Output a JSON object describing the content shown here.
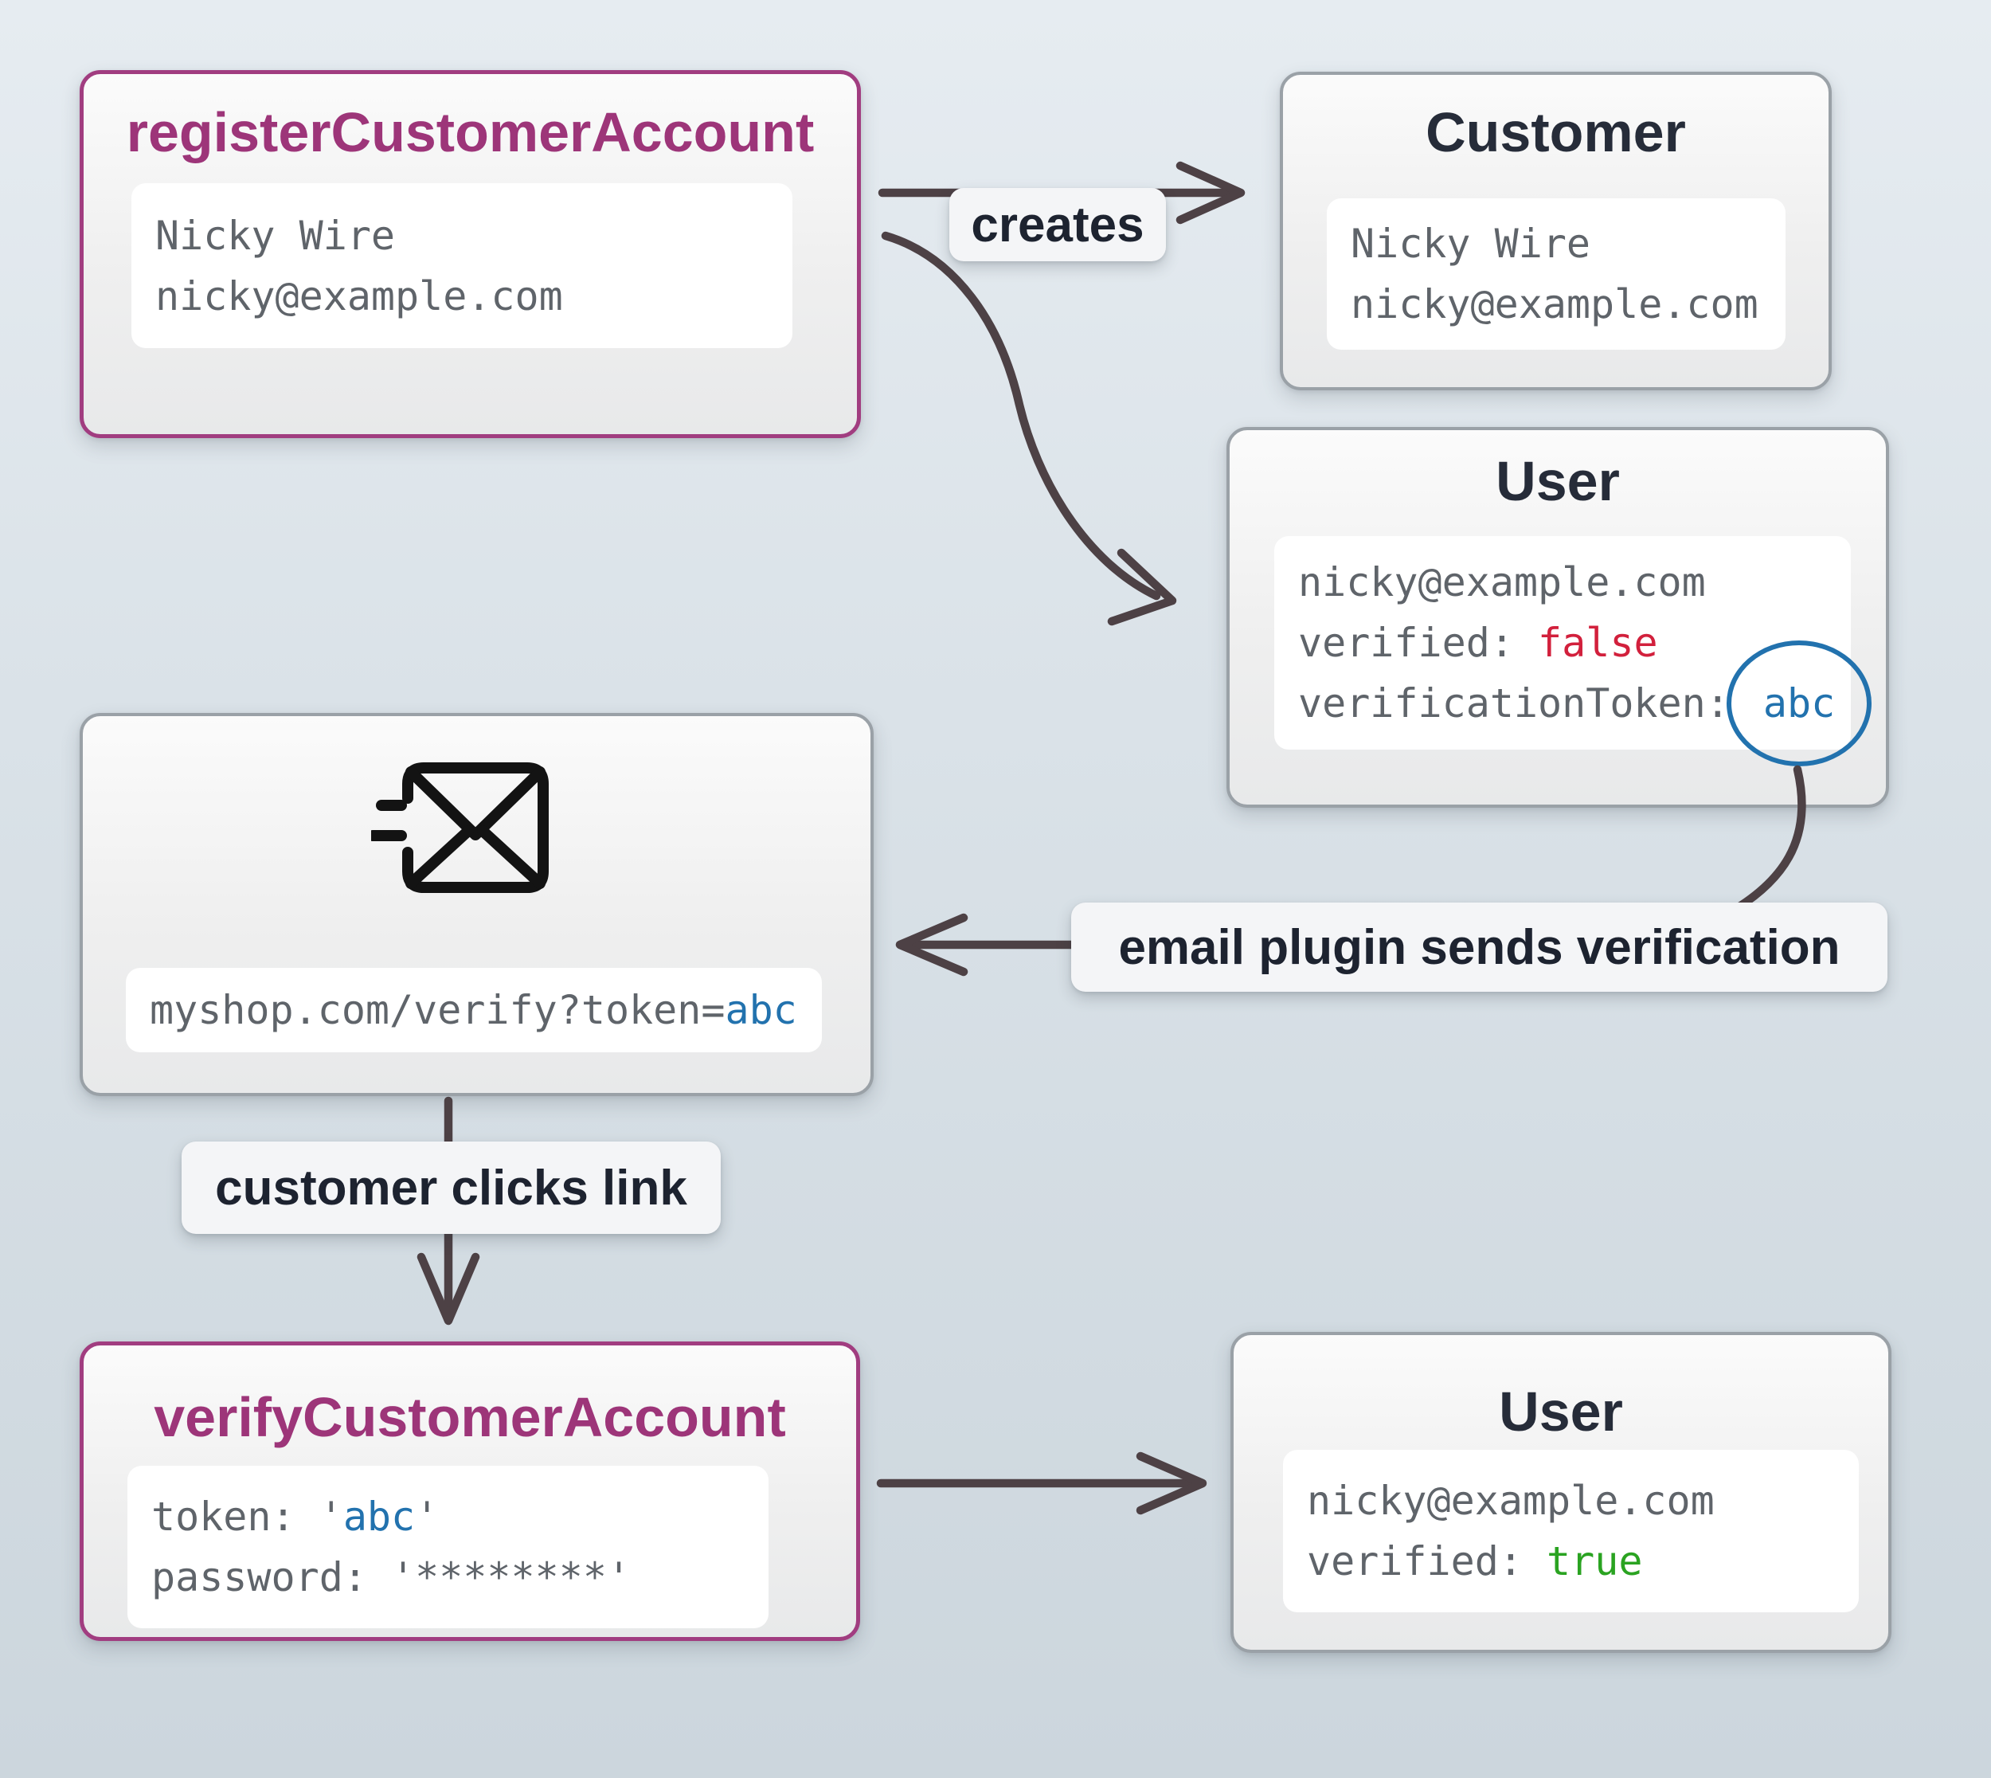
{
  "colors": {
    "accent_purple": "#9d3579",
    "purple_border": "#a13d80",
    "box_border_gray": "#9aa1a7",
    "title_dark": "#262c39",
    "mono_gray": "#5f646a",
    "false_red": "#d2203c",
    "true_green": "#2aa321",
    "token_blue": "#2272ae",
    "arrow": "#4d4145",
    "label_text": "#1d2330"
  },
  "nodes": {
    "register": {
      "title": "registerCustomerAccount",
      "lines": [
        [
          {
            "t": "Nicky Wire"
          }
        ],
        [
          {
            "t": "nicky@example.com"
          }
        ]
      ]
    },
    "customer": {
      "title": "Customer",
      "lines": [
        [
          {
            "t": "Nicky Wire"
          }
        ],
        [
          {
            "t": "nicky@example.com"
          }
        ]
      ]
    },
    "user_unverified": {
      "title": "User",
      "lines": [
        [
          {
            "t": "nicky@example.com"
          }
        ],
        [
          {
            "t": "verified: "
          },
          {
            "t": "false",
            "c": "red"
          }
        ],
        [
          {
            "t": "verificationToken:"
          },
          {
            "t": "abc",
            "c": "blue",
            "circled": true
          }
        ]
      ]
    },
    "email": {
      "icon": "email-send-icon",
      "lines": [
        [
          {
            "t": "myshop.com/verify?token="
          },
          {
            "t": "abc",
            "c": "blue"
          }
        ]
      ]
    },
    "verify": {
      "title": "verifyCustomerAccount",
      "lines": [
        [
          {
            "t": "token: '"
          },
          {
            "t": "abc",
            "c": "blue"
          },
          {
            "t": "'"
          }
        ],
        [
          {
            "t": "password: '********'"
          }
        ]
      ]
    },
    "user_verified": {
      "title": "User",
      "lines": [
        [
          {
            "t": "nicky@example.com"
          }
        ],
        [
          {
            "t": "verified: "
          },
          {
            "t": "true",
            "c": "green"
          }
        ]
      ]
    }
  },
  "edge_labels": {
    "creates": "creates",
    "email_plugin": "email plugin sends verification",
    "customer_clicks": "customer clicks link"
  }
}
